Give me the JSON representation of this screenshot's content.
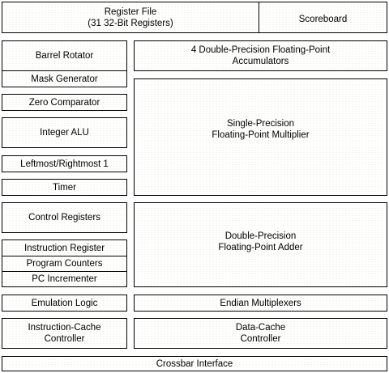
{
  "diagram": {
    "blocks": [
      {
        "id": "register-file",
        "label": "Register File\n(31 32-Bit Registers)"
      },
      {
        "id": "scoreboard",
        "label": "Scoreboard"
      },
      {
        "id": "barrel-rotator",
        "label": "Barrel Rotator"
      },
      {
        "id": "mask-generator",
        "label": "Mask Generator"
      },
      {
        "id": "zero-comparator",
        "label": "Zero Comparator"
      },
      {
        "id": "integer-alu",
        "label": "Integer ALU"
      },
      {
        "id": "leftmost-rightmost",
        "label": "Leftmost/Rightmost 1"
      },
      {
        "id": "timer",
        "label": "Timer"
      },
      {
        "id": "control-registers",
        "label": "Control Registers"
      },
      {
        "id": "instruction-register",
        "label": "Instruction Register"
      },
      {
        "id": "program-counters",
        "label": "Program Counters"
      },
      {
        "id": "pc-incrementer",
        "label": "PC Incrementer"
      },
      {
        "id": "emulation-logic",
        "label": "Emulation Logic"
      },
      {
        "id": "instruction-cache-controller",
        "label": "Instruction-Cache\nController"
      },
      {
        "id": "dp-accumulators",
        "label": "4 Double-Precision Floating-Point\nAccumulators"
      },
      {
        "id": "sp-multiplier",
        "label": "Single-Precision\nFloating-Point Multiplier"
      },
      {
        "id": "dp-adder",
        "label": "Double-Precision\nFloating-Point Adder"
      },
      {
        "id": "endian-multiplexers",
        "label": "Endian Multiplexers"
      },
      {
        "id": "data-cache-controller",
        "label": "Data-Cache\nController"
      },
      {
        "id": "crossbar-interface",
        "label": "Crossbar Interface"
      }
    ]
  }
}
